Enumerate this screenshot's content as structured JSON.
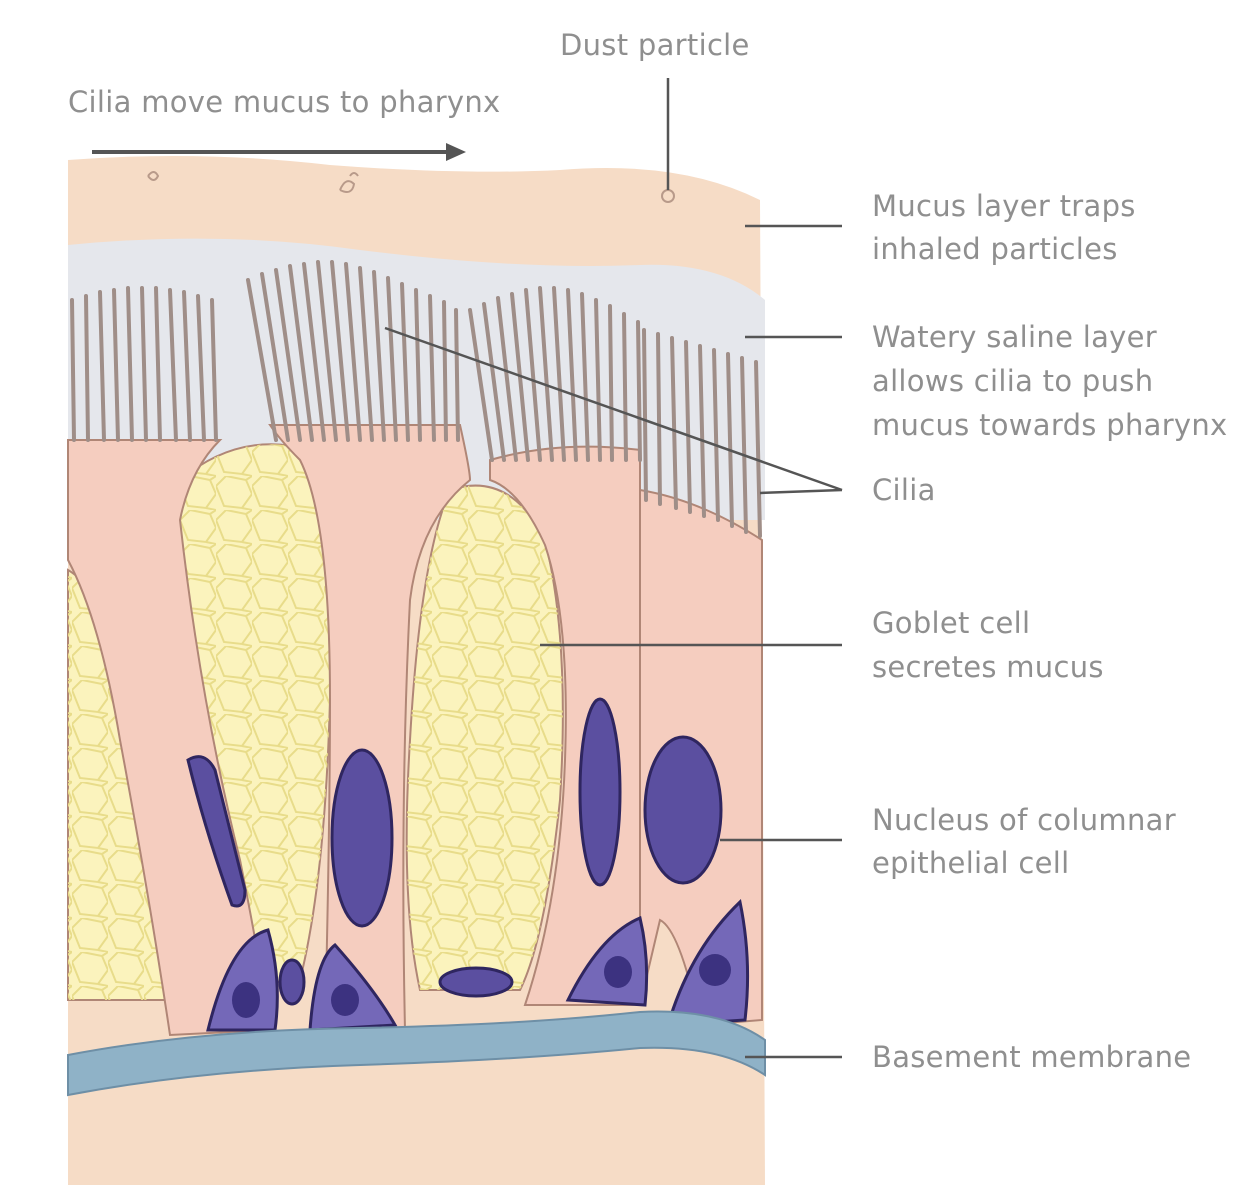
{
  "labels": {
    "cilia_move": "Cilia move mucus to pharynx",
    "dust": "Dust particle",
    "mucus_1": "Mucus layer traps",
    "mucus_2": "inhaled particles",
    "watery_1": "Watery saline layer",
    "watery_2": "allows cilia to push",
    "watery_3": "mucus towards pharynx",
    "cilia": "Cilia",
    "goblet_1": "Goblet cell",
    "goblet_2": "secretes mucus",
    "nucleus_1": "Nucleus of columnar",
    "nucleus_2": "epithelial cell",
    "basement": "Basement membrane"
  },
  "colors": {
    "tissue": "#f6dcc6",
    "watery": "#e5e7ec",
    "cell": "#f5cdbf",
    "cell_outline": "#b08676",
    "goblet": "#fbf3bd",
    "goblet_grid": "#e8dc8a",
    "cilia": "#9f8e88",
    "nucleus": "#5b4fa0",
    "nucleus_dark": "#2f2660",
    "membrane": "#8fb2c7",
    "leader": "#555555",
    "text": "#8f8f8f"
  }
}
